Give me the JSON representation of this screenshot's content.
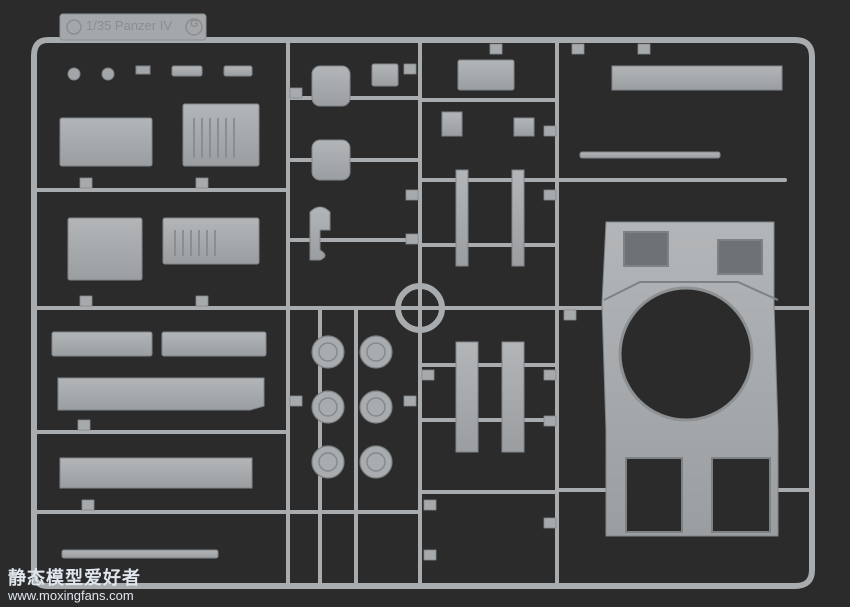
{
  "sprue": {
    "tag_text": "1/35 Panzer IV",
    "tag_letter": "G",
    "colors": {
      "background": "#2b2b2b",
      "plastic": "#a9acae",
      "plastic_dark": "#7e8284",
      "plastic_light": "#c8cacb"
    }
  },
  "watermark": {
    "line1": "静态模型爱好者",
    "line2": "www.moxingfans.com"
  }
}
